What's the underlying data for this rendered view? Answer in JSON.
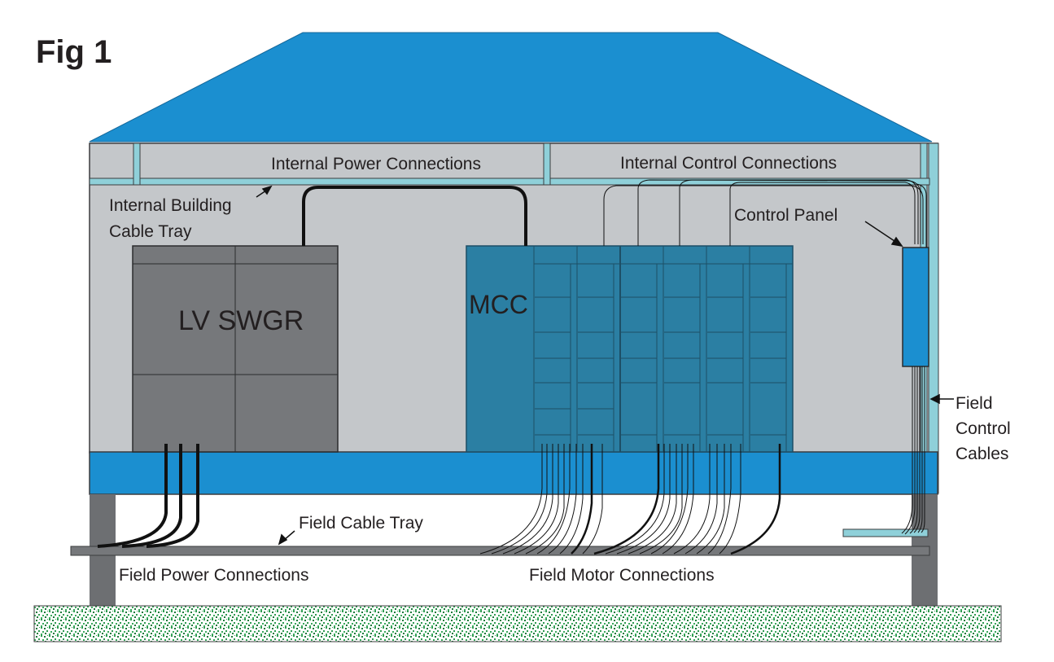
{
  "figure": {
    "title": "Fig 1"
  },
  "labels": {
    "internal_power": "Internal Power Connections",
    "internal_control": "Internal Control Connections",
    "internal_tray_line1": "Internal Building",
    "internal_tray_line2": "Cable Tray",
    "control_panel": "Control Panel",
    "lv_swgr": "LV SWGR",
    "mcc": "MCC",
    "field_control_line1": "Field",
    "field_control_line2": "Control",
    "field_control_line3": "Cables",
    "field_cable_tray": "Field Cable Tray",
    "field_power": "Field Power Connections",
    "field_motor": "Field Motor Connections"
  },
  "colors": {
    "roof": "#1b8fd0",
    "band": "#1b8fd0",
    "wall": "#c4c7ca",
    "tray": "#8fd0d9",
    "swgr": "#76787b",
    "mcc": "#2b7fa3",
    "control_panel": "#1b8fd0",
    "support": "#6d6f72",
    "field_tray": "#76787b",
    "ground": "#2e9a50"
  }
}
